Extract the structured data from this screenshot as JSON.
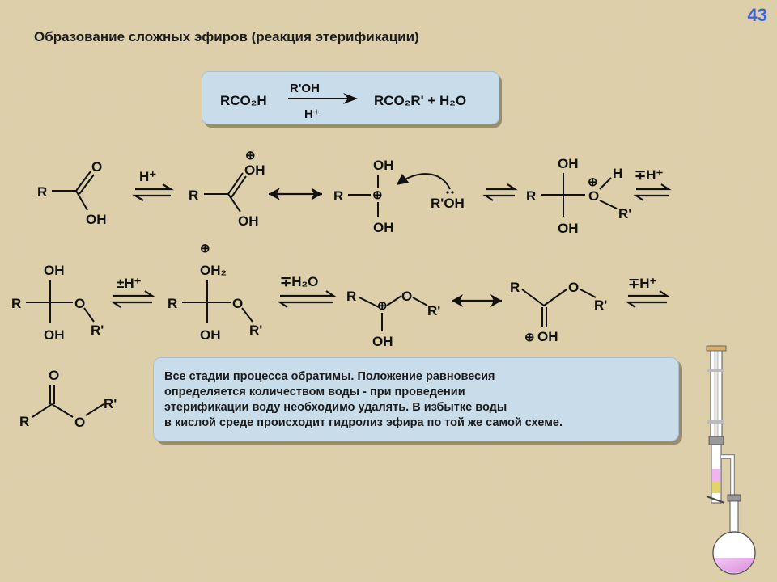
{
  "slide_number": "43",
  "title": "Образование сложных эфиров (реакция этерификации)",
  "equation": {
    "reactant": "RCO₂H",
    "reagent_top": "R'OH",
    "reagent_bottom": "H⁺",
    "product": "RCO₂R' + H₂O"
  },
  "labels": {
    "R": "R",
    "O": "O",
    "OH": "OH",
    "OH2": "OH₂",
    "Rp": "R'",
    "RpOH": "R'OH",
    "H": "H",
    "Hplus": "H⁺",
    "pmHplus": "±H⁺",
    "mpHplus": "∓H⁺",
    "mpH2O": "∓H₂O",
    "plus": "⊕"
  },
  "info_lines": [
    "Все стадии процесса обратимы. Положение равновесия",
    "определяется количеством воды - при проведении",
    "этерификации воду необходимо удалять. В избытке воды",
    "в кислой среде происходит гидролиз эфира по той же самой схеме."
  ],
  "colors": {
    "background": "#d9c9a1",
    "box_fill": "#c9dcea",
    "slide_number": "#3b61d8",
    "flask_liquid": "#e7a6e8"
  }
}
